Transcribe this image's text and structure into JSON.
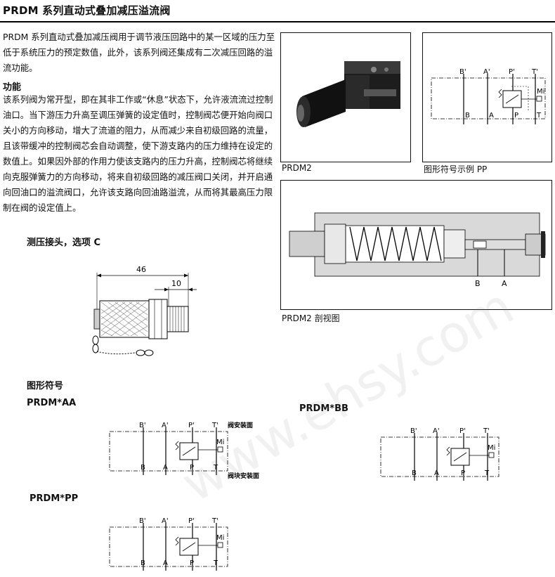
{
  "page": {
    "title": "PRDM 系列直动式叠加减压溢流阀",
    "intro": "PRDM 系列直动式叠加减压阀用于调节液压回路中的某一区域的压力至低于系统压力的预定数值，此外，该系列阀还集成有二次减压回路的溢流功能。",
    "function_heading": "功能",
    "function_text": "该系列阀为常开型，即在其非工作或“休息”状态下，允许液流流过控制油口。当下游压力升高至调压弹簧的设定值时，控制阀芯便开始向阀口关小的方向移动，增大了流道的阻力，从而减少来自初级回路的流量，且该带缓冲的控制阀芯会自动调整，使下游支路内的压力维持在设定的数值上。如果因外部的作用力使该支路内的压力升高，控制阀芯将继续向克服弹簧力的方向移动，将来自初级回路的减压阀口关闭，并开启通向回油口的溢流阀口，允许该支路向回油路溢流，从而将其最高压力限制在阀的设定值上。",
    "test_port_heading": "测压接头，选项 C",
    "dim_overall": "46",
    "dim_thread": "10",
    "photo_caption": "PRDM2",
    "pp_caption": "图形符号示例 PP",
    "section_caption": "PRDM2 剖视图",
    "section_port_b": "B",
    "section_port_a": "A",
    "symbols_heading": "图形符号",
    "aa_label": "PRDM*AA",
    "bb_label": "PRDM*BB",
    "pp_label": "PRDM*PP",
    "valve_mount_face": "阀安装面",
    "block_mount_face": "阀块安装面",
    "watermark": "www.ehsy.com"
  },
  "ports": {
    "b_top": "B'",
    "a_top": "A'",
    "p_top": "P'",
    "t_top": "T'",
    "b": "B",
    "a": "A",
    "p": "P",
    "t": "T",
    "mi": "Mi"
  }
}
